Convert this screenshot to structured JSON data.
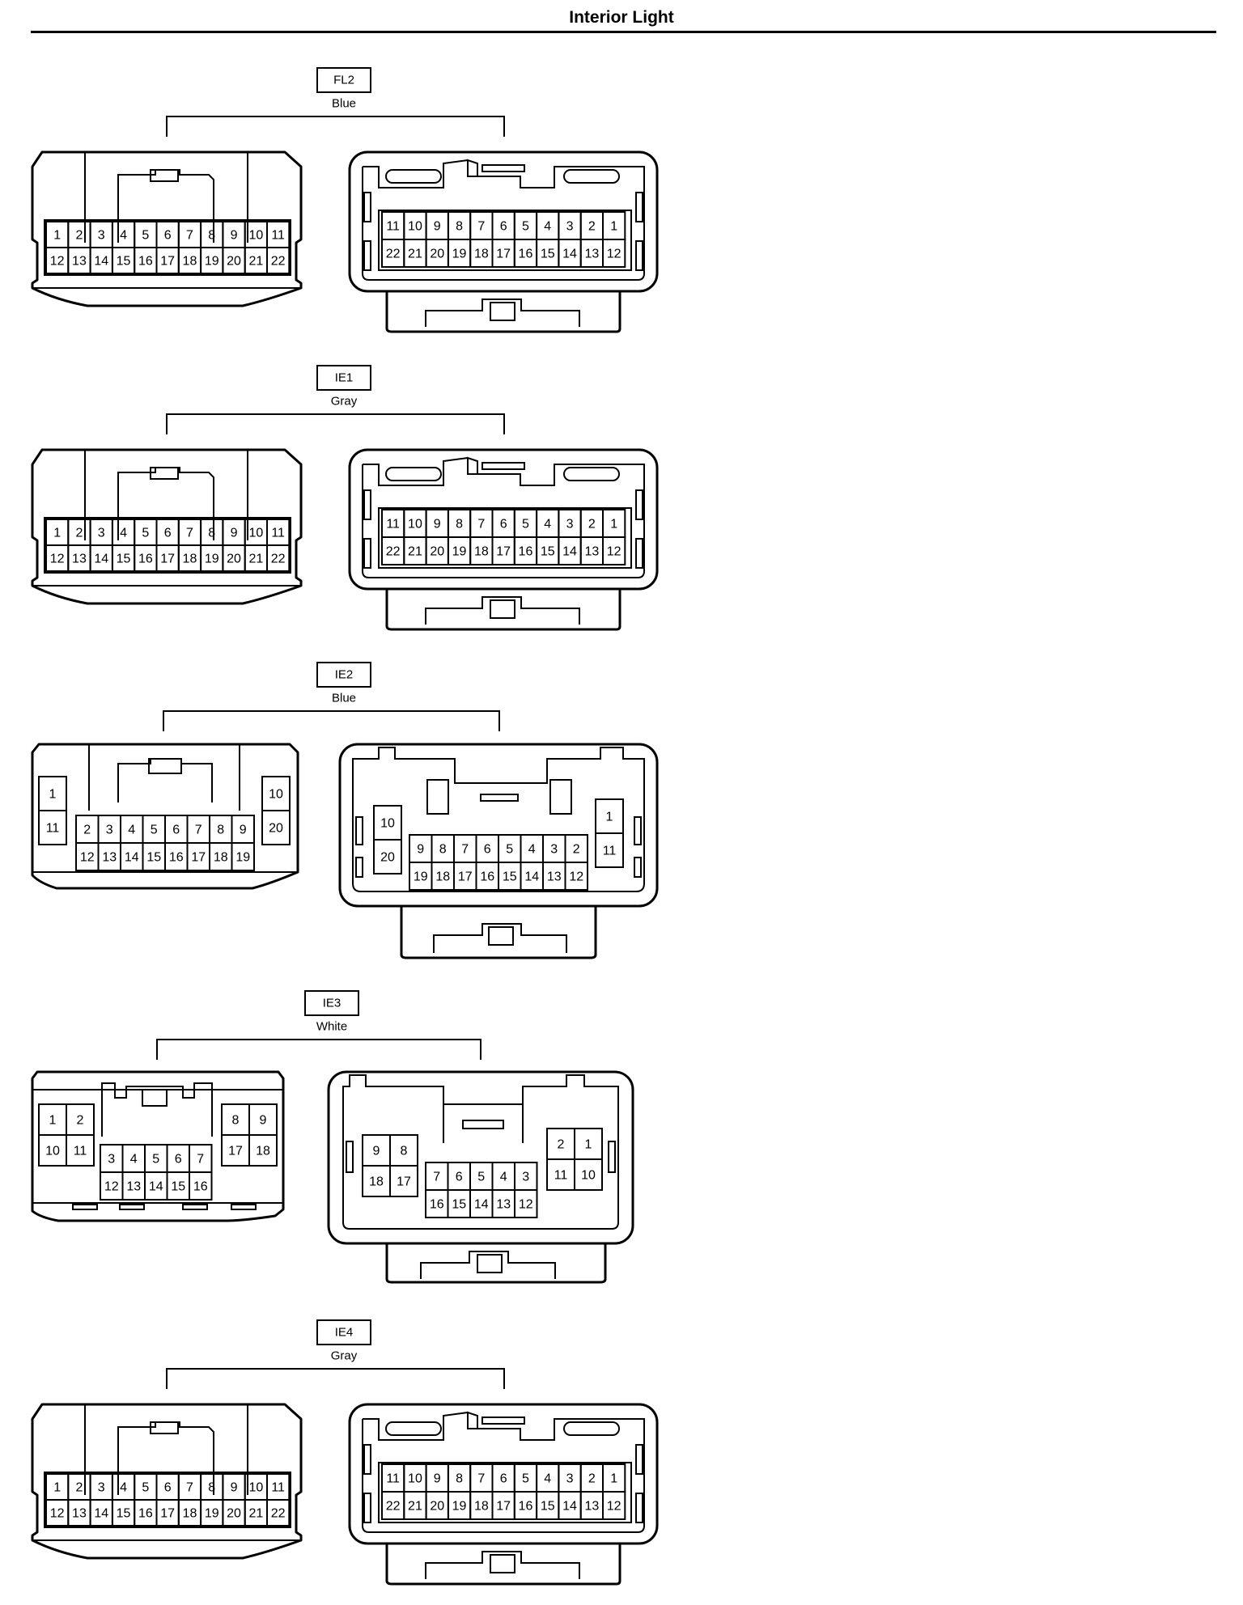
{
  "title": "Interior Light",
  "connectors": [
    {
      "id": "FL2",
      "color": "Blue",
      "type": "22pin"
    },
    {
      "id": "IE1",
      "color": "Gray",
      "type": "22pin"
    },
    {
      "id": "IE2",
      "color": "Blue",
      "type": "20pin"
    },
    {
      "id": "IE3",
      "color": "White",
      "type": "18pin"
    },
    {
      "id": "IE4",
      "color": "Gray",
      "type": "22pin"
    }
  ],
  "pinouts": {
    "22pin": {
      "female": {
        "row1": [
          "1",
          "2",
          "3",
          "4",
          "5",
          "6",
          "7",
          "8",
          "9",
          "10",
          "11"
        ],
        "row2": [
          "12",
          "13",
          "14",
          "15",
          "16",
          "17",
          "18",
          "19",
          "20",
          "21",
          "22"
        ]
      },
      "male": {
        "row1": [
          "11",
          "10",
          "9",
          "8",
          "7",
          "6",
          "5",
          "4",
          "3",
          "2",
          "1"
        ],
        "row2": [
          "22",
          "21",
          "20",
          "19",
          "18",
          "17",
          "16",
          "15",
          "14",
          "13",
          "12"
        ]
      }
    },
    "20pin": {
      "female": {
        "left": [
          "1",
          "11"
        ],
        "mid_row1": [
          "2",
          "3",
          "4",
          "5",
          "6",
          "7",
          "8",
          "9"
        ],
        "mid_row2": [
          "12",
          "13",
          "14",
          "15",
          "16",
          "17",
          "18",
          "19"
        ],
        "right": [
          "10",
          "20"
        ]
      },
      "male": {
        "left": [
          "10",
          "20"
        ],
        "mid_row1": [
          "9",
          "8",
          "7",
          "6",
          "5",
          "4",
          "3",
          "2"
        ],
        "mid_row2": [
          "19",
          "18",
          "17",
          "16",
          "15",
          "14",
          "13",
          "12"
        ],
        "right": [
          "1",
          "11"
        ]
      }
    },
    "18pin": {
      "female": {
        "left_top": [
          "1",
          "2"
        ],
        "left_bottom": [
          "10",
          "11"
        ],
        "mid_row1": [
          "3",
          "4",
          "5",
          "6",
          "7"
        ],
        "mid_row2": [
          "12",
          "13",
          "14",
          "15",
          "16"
        ],
        "right_top": [
          "8",
          "9"
        ],
        "right_bottom": [
          "17",
          "18"
        ]
      },
      "male": {
        "left_top": [
          "9",
          "8"
        ],
        "left_bottom": [
          "18",
          "17"
        ],
        "mid_row1": [
          "7",
          "6",
          "5",
          "4",
          "3"
        ],
        "mid_row2": [
          "16",
          "15",
          "14",
          "13",
          "12"
        ],
        "right_top": [
          "2",
          "1"
        ],
        "right_bottom": [
          "11",
          "10"
        ]
      }
    }
  }
}
